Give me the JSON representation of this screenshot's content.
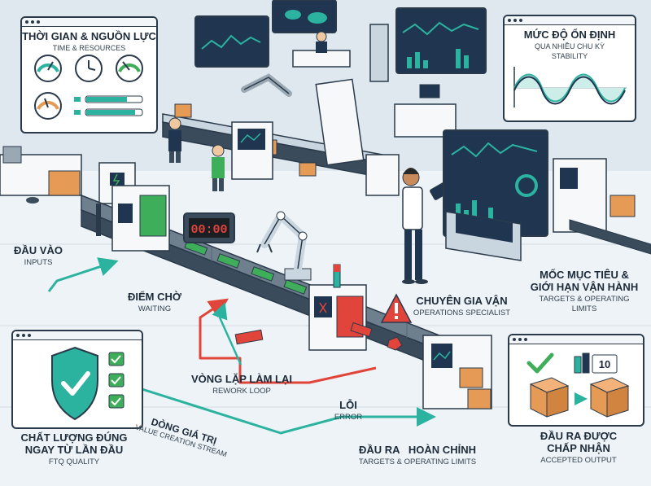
{
  "labels": {
    "time_resources": {
      "title": "THỜI GIAN & NGUỒN LỰC",
      "sub": "TIME & RESOURCES"
    },
    "stability": {
      "title": "MỨC ĐỘ ỔN ĐỊNH",
      "sub1": "QUA NHIỀU CHU KỲ",
      "sub2": "STABILITY"
    },
    "inputs": {
      "title": "ĐẦU VÀO",
      "sub": "INPUTS"
    },
    "waiting": {
      "title": "ĐIỂM CHỜ",
      "sub": "WAITING"
    },
    "targets": {
      "title1": "MỐC MỤC TIÊU &",
      "title2": "GIỚI HẠN VẬN HÀNH",
      "sub1": "TARGETS & OPERATING",
      "sub2": "LIMITS"
    },
    "specialist": {
      "title": "CHUYÊN GIA VẬN",
      "sub": "OPERATIONS SPECIALIST"
    },
    "rework": {
      "title": "VÒNG LẶP LÀM LẠI",
      "sub": "REWORK LOOP"
    },
    "error": {
      "title": "LỖI",
      "sub": "ERROR"
    },
    "ftq": {
      "title1": "CHẤT LƯỢNG ĐÚNG",
      "title2": "NGAY TỪ LẦN ĐẦU",
      "sub": "FTQ QUALITY"
    },
    "value_stream": {
      "title": "DÒNG GIÁ TRỊ",
      "sub": "VALUE CREATION STREAM"
    },
    "complete_output": {
      "title": "ĐẦU RA   HOÀN CHỈNH",
      "sub": "TARGETS & OPERATING LIMITS"
    },
    "accepted_output": {
      "title1": "ĐẦU RA ĐƯỢC",
      "title2": "CHẤP NHẬN",
      "sub": "ACCEPTED OUTPUT"
    }
  },
  "timer_display": "00:00",
  "counter_badge": "10",
  "colors": {
    "teal": "#2bb3a0",
    "red": "#e0443a",
    "green": "#3fae5a",
    "box": "#e59a55",
    "screen": "#1f3550",
    "ink": "#2a3a4a"
  }
}
